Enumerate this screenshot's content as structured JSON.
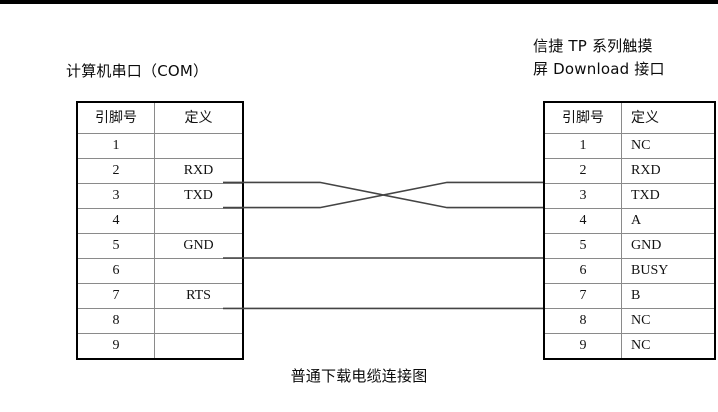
{
  "left_panel": {
    "title": "计算机串口（COM）",
    "headers": [
      "引脚号",
      "定义"
    ],
    "rows": [
      {
        "pin": "1",
        "definition": ""
      },
      {
        "pin": "2",
        "definition": "RXD"
      },
      {
        "pin": "3",
        "definition": "TXD"
      },
      {
        "pin": "4",
        "definition": ""
      },
      {
        "pin": "5",
        "definition": "GND"
      },
      {
        "pin": "6",
        "definition": ""
      },
      {
        "pin": "7",
        "definition": "RTS"
      },
      {
        "pin": "8",
        "definition": ""
      },
      {
        "pin": "9",
        "definition": ""
      }
    ]
  },
  "right_panel": {
    "title_line1": "信捷 TP 系列触摸",
    "title_line2": "屏 Download 接口",
    "headers": [
      "引脚号",
      "定义"
    ],
    "rows": [
      {
        "pin": "1",
        "definition": "NC"
      },
      {
        "pin": "2",
        "definition": "RXD"
      },
      {
        "pin": "3",
        "definition": "TXD"
      },
      {
        "pin": "4",
        "definition": "A"
      },
      {
        "pin": "5",
        "definition": "GND"
      },
      {
        "pin": "6",
        "definition": "BUSY"
      },
      {
        "pin": "7",
        "definition": "B"
      },
      {
        "pin": "8",
        "definition": "NC"
      },
      {
        "pin": "9",
        "definition": "NC"
      }
    ]
  },
  "connections": [
    {
      "name": "rxd-txd-cross",
      "from_pin": "2",
      "to_pin": "3",
      "crossed": true
    },
    {
      "name": "txd-rxd-cross",
      "from_pin": "3",
      "to_pin": "2",
      "crossed": true
    },
    {
      "name": "gnd-link",
      "from_pin": "5",
      "to_pin": "5",
      "crossed": false
    },
    {
      "name": "rts-b-link",
      "from_pin": "7",
      "to_pin": "7",
      "crossed": false
    }
  ],
  "caption": "普通下载电缆连接图",
  "colors": {
    "line": "#444444",
    "border": "#000000",
    "grid": "#8a8a8a",
    "text": "#111111",
    "background": "#ffffff"
  }
}
